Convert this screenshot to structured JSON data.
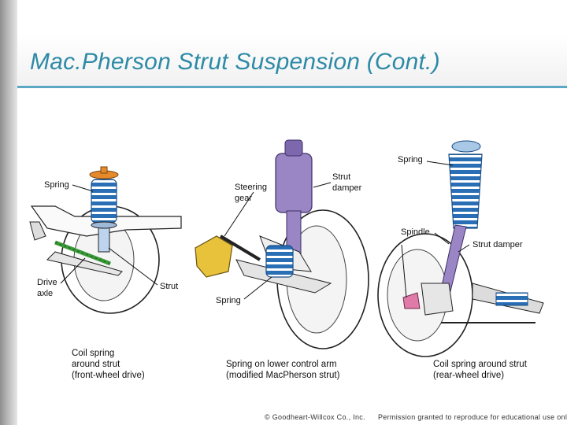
{
  "slide": {
    "title": "Mac.Pherson Strut Suspension (Cont.)"
  },
  "panels": [
    {
      "labels": {
        "spring": "Spring",
        "drive_axle_1": "Drive",
        "drive_axle_2": "axle",
        "strut": "Strut"
      },
      "caption": [
        "Coil spring",
        "around strut",
        "(front-wheel drive)"
      ]
    },
    {
      "labels": {
        "steering_gear_1": "Steering",
        "steering_gear_2": "gear",
        "strut_damper_1": "Strut",
        "strut_damper_2": "damper",
        "spring": "Spring"
      },
      "caption": [
        "Spring on lower control arm",
        "(modified MacPherson strut)"
      ]
    },
    {
      "labels": {
        "spring": "Spring",
        "spindle": "Spindle",
        "strut_damper": "Strut damper"
      },
      "caption": [
        "Coil spring around strut",
        "(rear-wheel drive)"
      ]
    }
  ],
  "footer": {
    "copyright": "© Goodheart-Willcox Co., Inc.",
    "permission": "Permission granted to reproduce for educational use only."
  },
  "colors": {
    "title": "#2d8aa6",
    "spring_blue": "#2a6fb5",
    "strut_purple": "#9a86c4",
    "accent_orange": "#e58a2b",
    "accent_green": "#3a9a3a",
    "accent_yellow": "#e8c23a",
    "accent_pink": "#e07aa8"
  }
}
